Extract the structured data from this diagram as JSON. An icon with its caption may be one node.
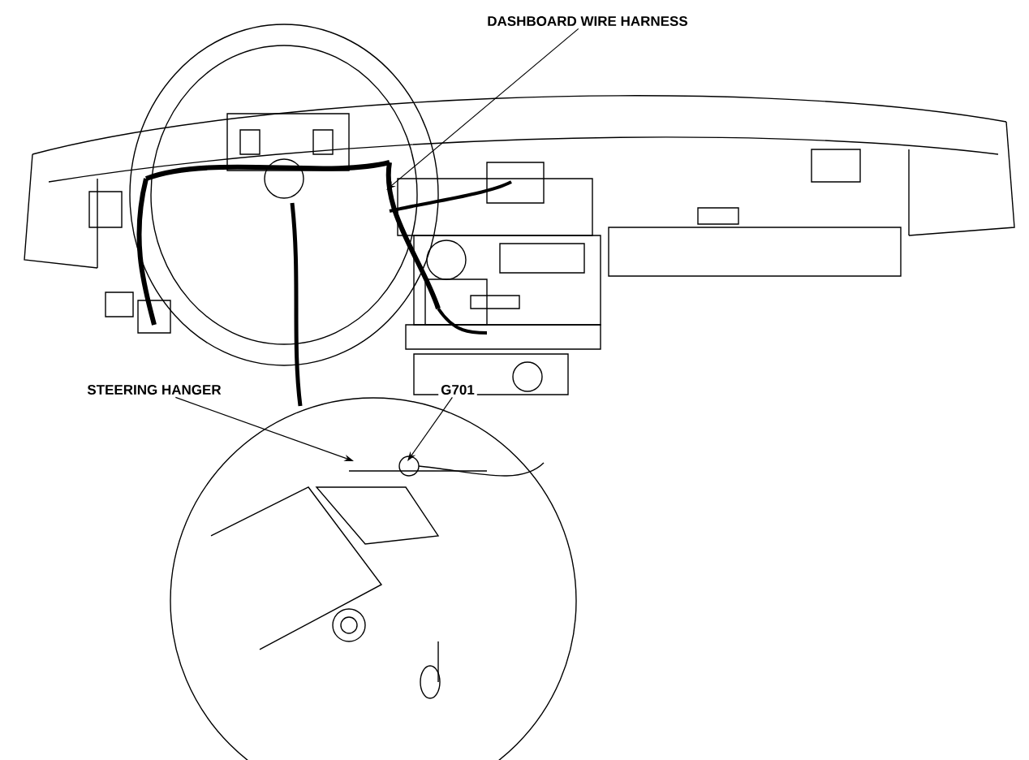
{
  "diagram": {
    "nodes": [
      {
        "text": [
          "DASHBOARD WIRE HARNESS"
        ]
      },
      {
        "text": [
          "STEERING HANGER"
        ]
      },
      {
        "text": [
          "G701"
        ]
      }
    ],
    "edges": [
      {
        "from": 0,
        "to": null,
        "arrow": "to"
      },
      {
        "from": 1,
        "to": null,
        "arrow": "to"
      },
      {
        "from": 2,
        "to": null,
        "arrow": "to"
      }
    ]
  }
}
